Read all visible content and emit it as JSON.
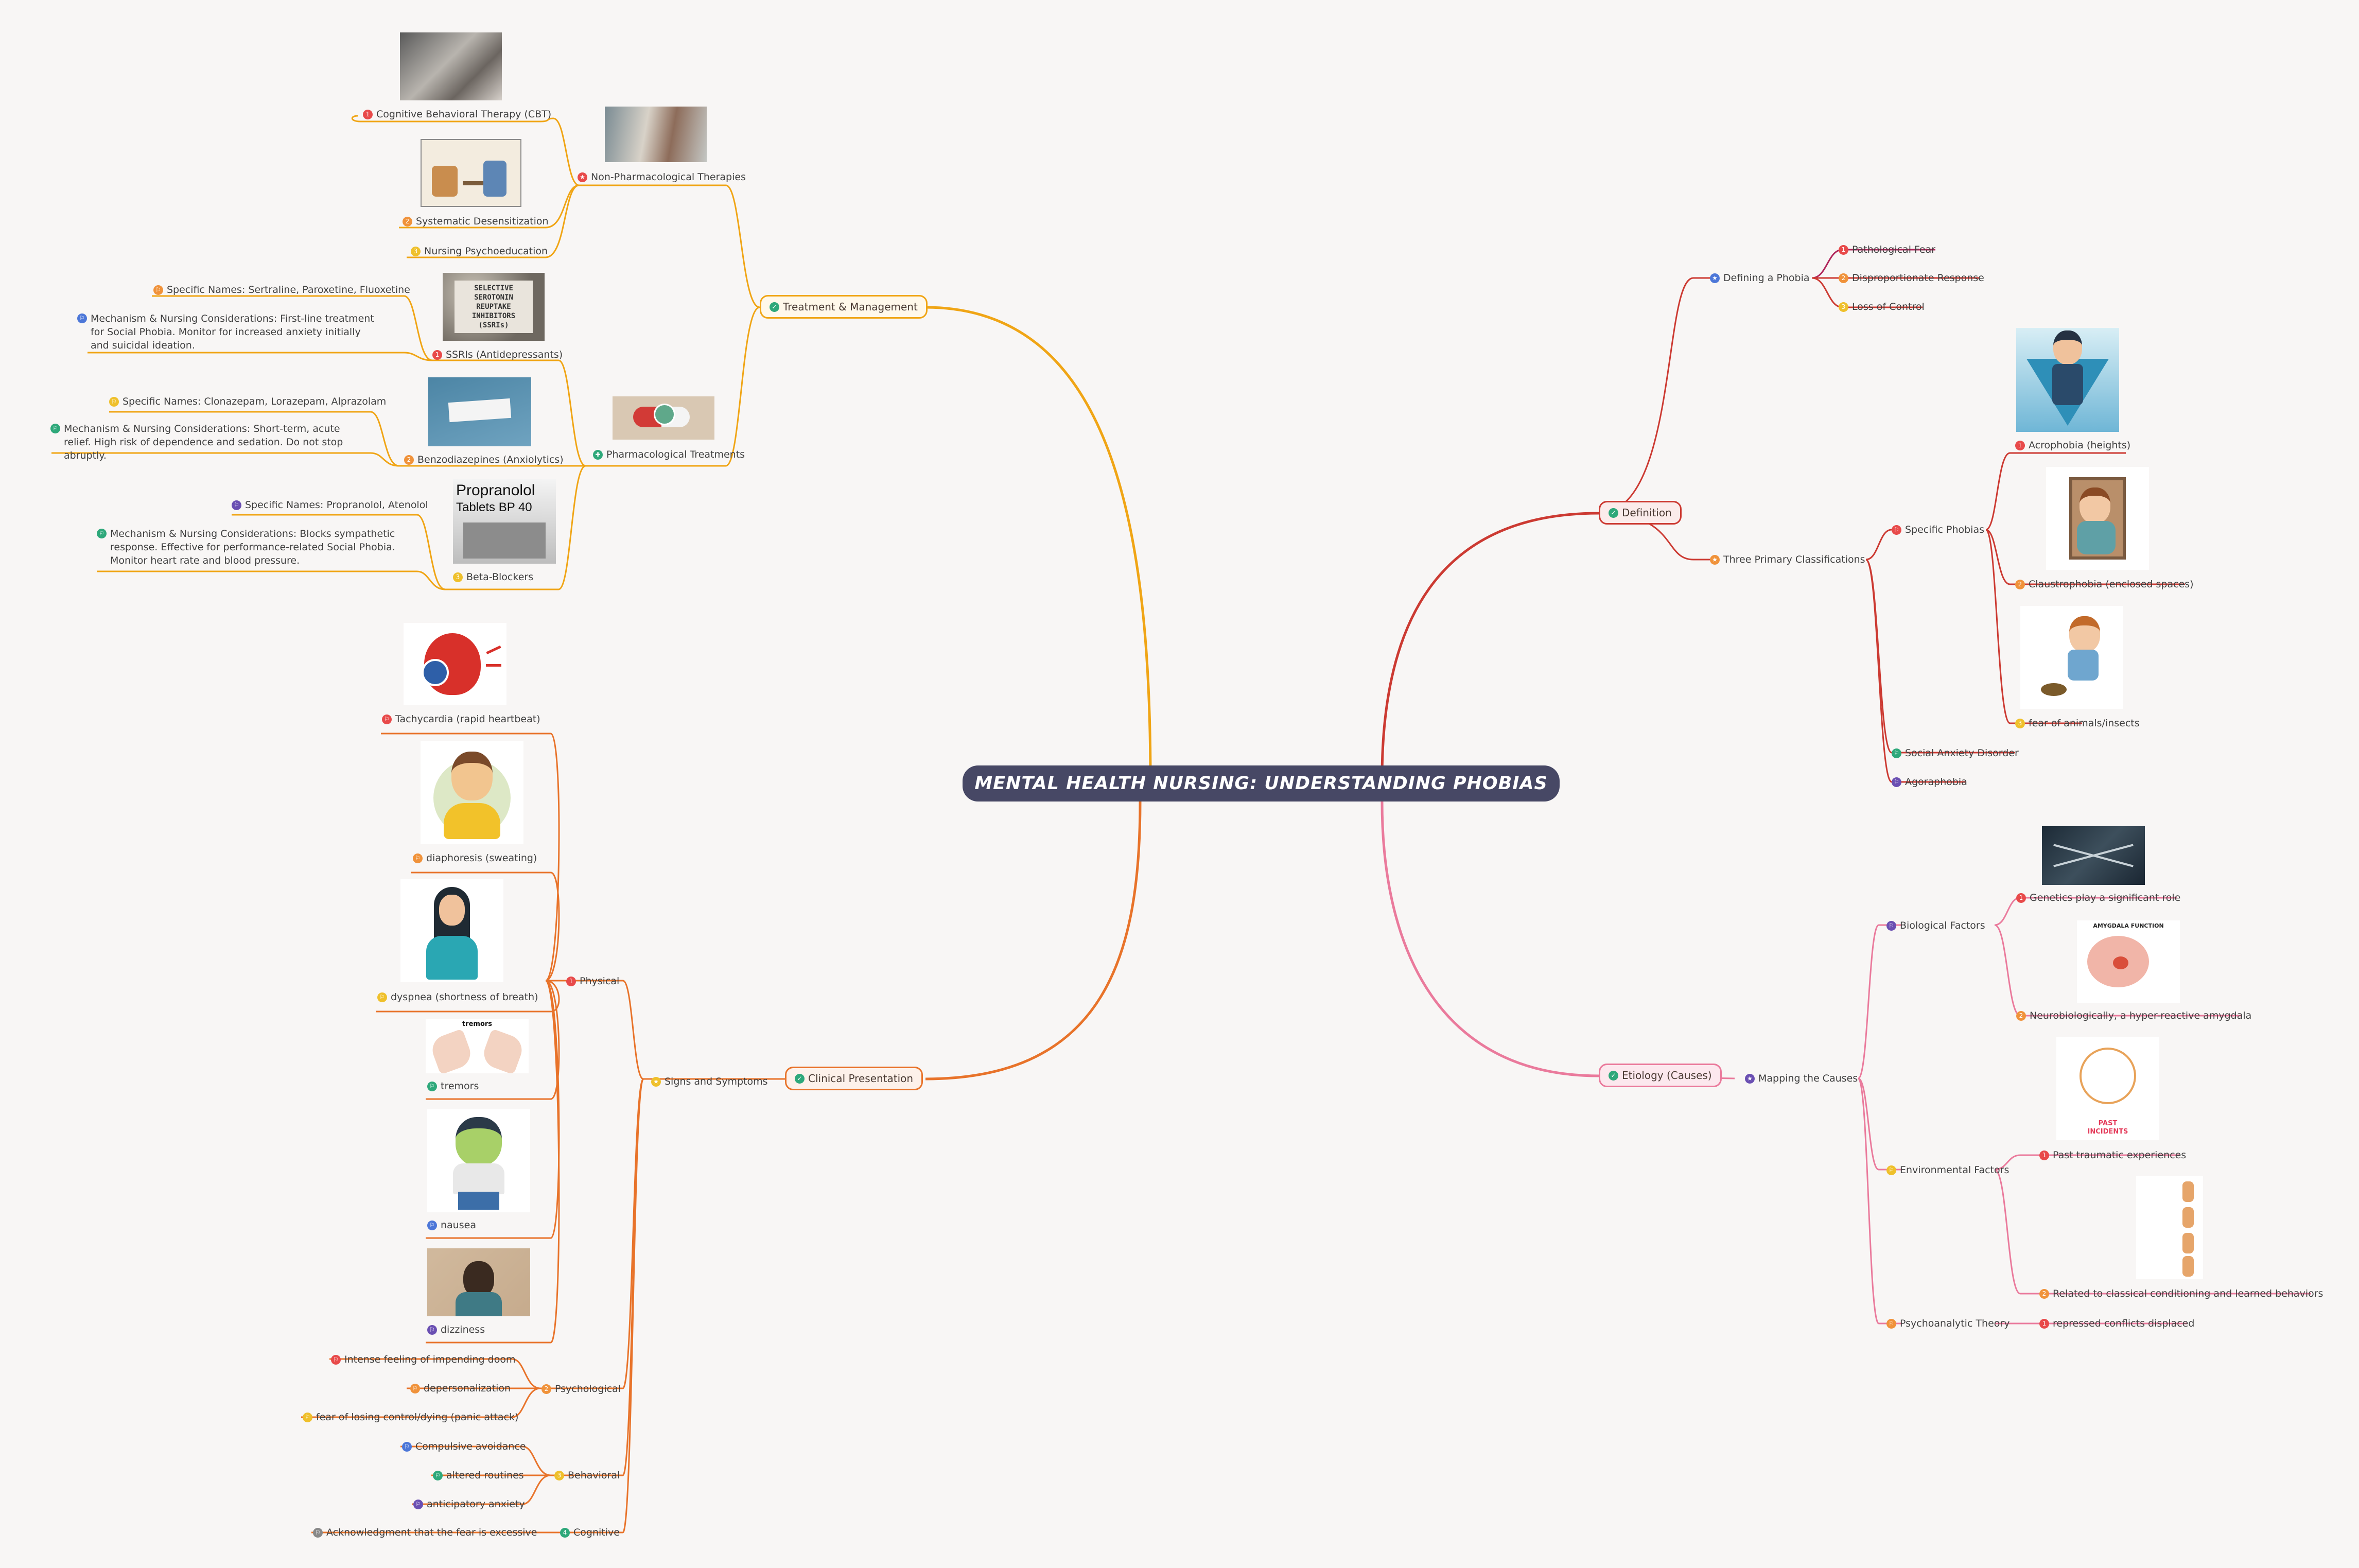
{
  "central_title": "MENTAL HEALTH NURSING: UNDERSTANDING PHOBIAS",
  "branch_colors": {
    "treatment": "#f0a515",
    "clinical": "#e8732a",
    "definition": "#cc3a32",
    "etiology": "#ea7a9c"
  },
  "marker_colors": {
    "red": "#e84a4a",
    "orange": "#f0923a",
    "yellow": "#efc02b",
    "green": "#2ea87a",
    "blue": "#4d77d8",
    "purple": "#6a4fb2",
    "gray": "#888888",
    "ok": "#2ea87a"
  },
  "main_topics": {
    "treatment": "Treatment & Management",
    "clinical": "Clinical Presentation",
    "definition": "Definition",
    "etiology": "Etiology (Causes)"
  },
  "treatment": {
    "non_pharm": "Non-Pharmacological Therapies",
    "cbt": "Cognitive Behavioral Therapy (CBT)",
    "sd": "Systematic Desensitization",
    "psychoed": "Nursing Psychoeducation",
    "pharm": "Pharmacological Treatments",
    "ssri": "SSRIs (Antidepressants)",
    "ssri_names": "Specific Names: Sertraline, Paroxetine, Fluoxetine",
    "ssri_mech": "Mechanism & Nursing Considerations: First-line treatment for Social Phobia. Monitor for increased anxiety initially and suicidal ideation.",
    "benzo": "Benzodiazepines (Anxiolytics)",
    "benzo_names": "Specific Names: Clonazepam, Lorazepam, Alprazolam",
    "benzo_mech": "Mechanism & Nursing Considerations: Short-term, acute relief. High risk of dependence and sedation. Do not stop abruptly.",
    "beta": "Beta-Blockers",
    "beta_names": "Specific Names: Propranolol, Atenolol",
    "beta_mech": "Mechanism & Nursing Considerations: Blocks sympathetic response. Effective for performance-related Social Phobia. Monitor heart rate and blood pressure.",
    "ssri_box_text": "SELECTIVE SEROTONIN REUPTAKE INHIBITORS (SSRIs)",
    "propranolol_box_title": "Propranolol",
    "propranolol_box_sub": "Tablets BP 40"
  },
  "clinical": {
    "signs": "Signs and Symptoms",
    "physical": "Physical",
    "tachy": "Tachycardia (rapid heartbeat)",
    "diaph": "diaphoresis (sweating)",
    "dysp": "dyspnea (shortness of breath)",
    "trem": "tremors",
    "naus": "nausea",
    "dizz": "dizziness",
    "tremors_img_text": "tremors",
    "psychological": "Psychological",
    "doom": "Intense feeling of impending doom",
    "deper": "depersonalization",
    "fear_loss": "fear of losing control/dying (panic attack)",
    "behavioral": "Behavioral",
    "avoid": "Compulsive avoidance",
    "routines": "altered routines",
    "anticip": "anticipatory anxiety",
    "cognitive": "Cognitive",
    "acknow": "Acknowledgment that the fear is excessive"
  },
  "definition": {
    "defining": "Defining a Phobia",
    "path_fear": "Pathological Fear",
    "dispro": "Disproportionate Response",
    "loss": "Loss of Control",
    "three": "Three Primary Classifications",
    "specific": "Specific Phobias",
    "acro": "Acrophobia (heights)",
    "claus": "Claustrophobia (enclosed spaces)",
    "animals": "fear of animals/insects",
    "social": "Social Anxiety Disorder",
    "agora": "Agoraphobia"
  },
  "etiology": {
    "mapping": "Mapping the Causes",
    "bio": "Biological Factors",
    "genetics": "Genetics play a significant role",
    "neuro": "Neurobiologically, a hyper-reactive amygdala",
    "env": "Environmental Factors",
    "trauma": "Past traumatic experiences",
    "classical": "Related to classical conditioning and learned behaviors",
    "psychoan": "Psychoanalytic Theory",
    "repressed": "repressed conflicts displaced",
    "amygdala_img_text": "AMYGDALA FUNCTION",
    "past_img_text": "PAST INCIDENTS"
  }
}
